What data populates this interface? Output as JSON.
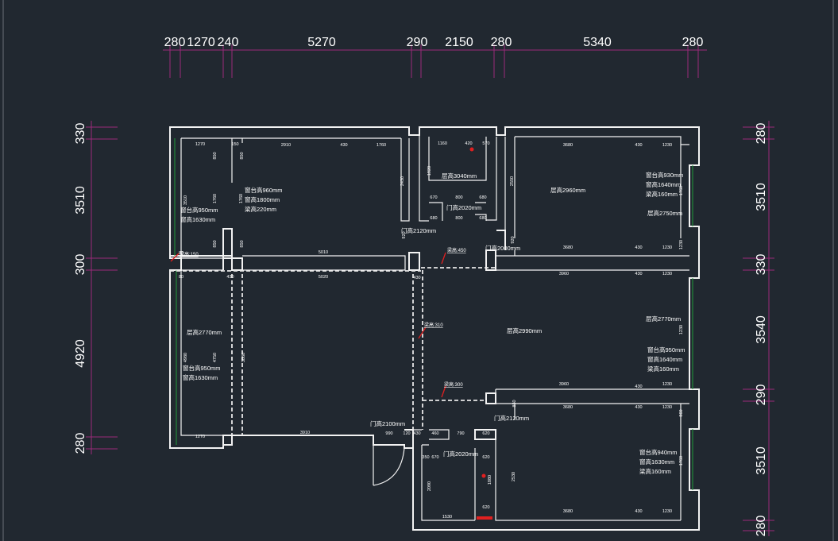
{
  "dimensions": {
    "top": [
      "280",
      "1270",
      "240",
      "5270",
      "290",
      "2150",
      "280",
      "5340",
      "280"
    ],
    "left": [
      "330",
      "3510",
      "300",
      "4920",
      "280"
    ],
    "right": [
      "280",
      "3510",
      "330",
      "3540",
      "290",
      "3510",
      "280"
    ]
  },
  "wall_labels": {
    "w01": "1270",
    "w02": "150",
    "w03": "2910",
    "w04": "430",
    "w05": "1760",
    "w06": "1160",
    "w07": "420",
    "w08": "570",
    "w09": "3680",
    "w10": "430",
    "w11": "1230",
    "w12": "850",
    "w13": "850",
    "w14": "1920",
    "w15": "2430",
    "w16": "2550",
    "w17": "1760",
    "w18": "3510",
    "w19": "1760",
    "w20": "670",
    "w21": "800",
    "w22": "680",
    "w23": "680",
    "w24": "800",
    "w25": "680",
    "w26": "920",
    "w27": "920",
    "w28": "1760",
    "w29": "80",
    "w30": "80",
    "w31": "430",
    "w32": "5010",
    "w33": "5020",
    "w34": "430",
    "w35": "3680",
    "w36": "430",
    "w37": "1230",
    "w38": "3960",
    "w39": "430",
    "w40": "1230",
    "w41": "1230",
    "w42": "4980",
    "w43": "4750",
    "w44": "3080",
    "w45": "3960",
    "w46": "430",
    "w47": "1230",
    "w48": "3680",
    "w49": "430",
    "w50": "1230",
    "w51": "850",
    "w52": "1270",
    "w53": "3910",
    "w54": "990",
    "w55": "120",
    "w56": "430",
    "w57": "460",
    "w58": "790",
    "w59": "620",
    "w60": "670",
    "w61": "620",
    "w62": "2090",
    "w63": "1530",
    "w64": "620",
    "w65": "1880",
    "w66": "2530",
    "w67": "3680",
    "w68": "430",
    "w69": "1230",
    "w70": "1760",
    "w71": "350",
    "w72": "850",
    "w73": "850",
    "w74": "1230",
    "w75": "860"
  },
  "rooms": {
    "r1": "窗台高960mm",
    "r2": "窗高1800mm",
    "r3": "梁高220mm",
    "r4": "窗台高950mm",
    "r5": "窗高1630mm",
    "r6": "层高3040mm",
    "r7": "门高2020mm",
    "r8": "层高2960mm",
    "r9": "窗台高930mm",
    "r10": "窗高1640mm",
    "r11": "梁高160mm",
    "r12": "层高2750mm",
    "r13": "门高2120mm",
    "r14": "门高2000mm",
    "r15": "层高2770mm",
    "r16": "窗台高950mm",
    "r17": "窗高1630mm",
    "r18": "层高2990mm",
    "r19": "层高2770mm",
    "r20": "窗台高950mm",
    "r21": "窗高1640mm",
    "r22": "梁高160mm",
    "r23": "门高2120mm",
    "r24": "门高2100mm",
    "r25": "门高2020mm",
    "r26": "窗台高940mm",
    "r27": "窗高1630mm",
    "r28": "梁高160mm"
  },
  "beams": {
    "b1": "梁高:150",
    "b2": "梁高:450",
    "b3": "梁高:310",
    "b4": "梁高:300"
  },
  "colors": {
    "wall": "#f2f2f2",
    "dimension": "#9a2a7a",
    "marker": "#e02020",
    "background": "#212830"
  }
}
